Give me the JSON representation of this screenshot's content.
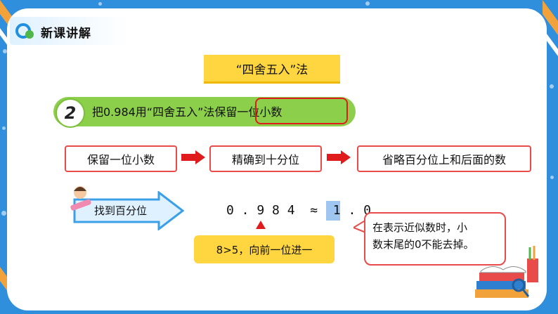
{
  "header": {
    "title": "新课讲解",
    "logo_icon": "brand-logo-icon"
  },
  "method_label": "“四舍五入”法",
  "question": {
    "number": "2",
    "text_before": "把0.984用“四舍五入”法",
    "highlight": "保留一位小数"
  },
  "steps": [
    "保留一位小数",
    "精确到十分位",
    "省略百分位上和后面的数"
  ],
  "find_label": "找到百分位",
  "expression": {
    "left": "0.984",
    "approx": "≈",
    "result_prefix": "1.",
    "result_digit": "0"
  },
  "note": "8>5，向前一位进一",
  "bubble": {
    "line1": "在表示近似数时，小",
    "line2": "数末尾的0不能去掉。"
  },
  "colors": {
    "background": "#2f8fdc",
    "yellow": "#ffd640",
    "green": "#8ccf4a",
    "red": "#e01b1b"
  }
}
